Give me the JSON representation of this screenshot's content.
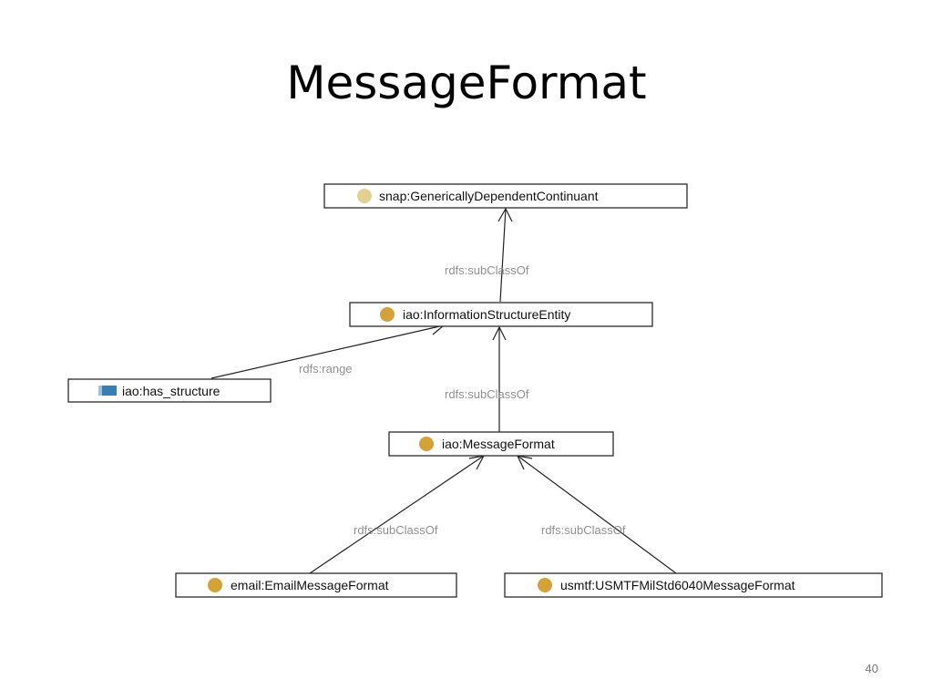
{
  "slide": {
    "title": "MessageFormat",
    "page_number": "40"
  },
  "diagram": {
    "nodes": {
      "gdc": {
        "label": "snap:GenericallyDependentContinuant",
        "kind": "class",
        "icon": "circle-icon",
        "color": "#e3cf8e"
      },
      "ise": {
        "label": "iao:InformationStructureEntity",
        "kind": "class",
        "icon": "circle-icon",
        "color": "#d4a236"
      },
      "has_structure": {
        "label": "iao:has_structure",
        "kind": "object-property",
        "icon": "property-icon",
        "color": "#3a7db5"
      },
      "msgformat": {
        "label": "iao:MessageFormat",
        "kind": "class",
        "icon": "circle-icon",
        "color": "#d4a236"
      },
      "email": {
        "label": "email:EmailMessageFormat",
        "kind": "class",
        "icon": "circle-icon",
        "color": "#d4a236"
      },
      "usmtf": {
        "label": "usmtf:USMTFMilStd6040MessageFormat",
        "kind": "class",
        "icon": "circle-icon",
        "color": "#d4a236"
      }
    },
    "edges": {
      "ise_gdc": "rdfs:subClassOf",
      "hs_ise": "rdfs:range",
      "mf_ise": "rdfs:subClassOf",
      "email_mf": "rdfs:subClassOf",
      "usmtf_mf": "rdfs:subClassOf"
    }
  }
}
